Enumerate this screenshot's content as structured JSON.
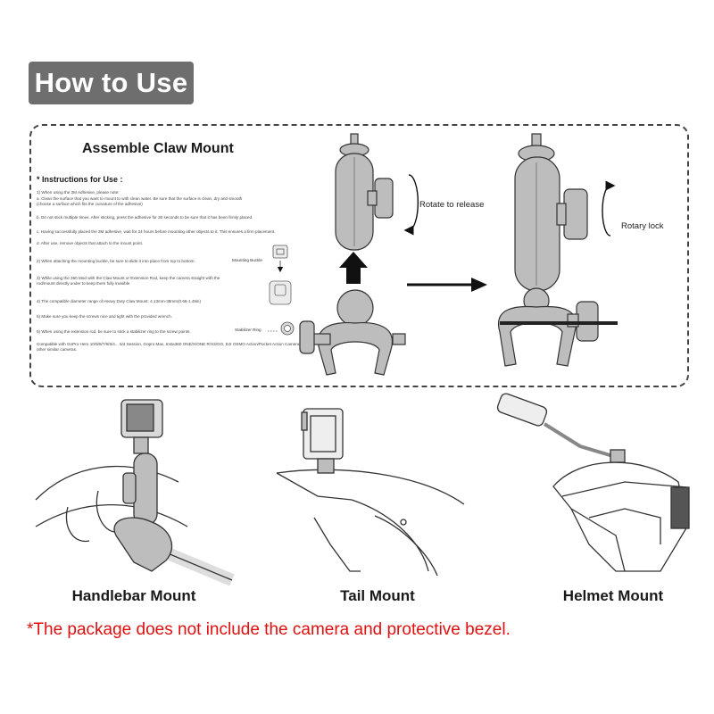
{
  "banner": {
    "title": "How to Use"
  },
  "assemble": {
    "title": "Assemble Claw Mount",
    "instructions_heading": "* Instructions for Use :",
    "instructions": [
      "1) When using the 3M Adhesive, please note:",
      "a. Clean the surface that you want to mount to with clean water. Be sure that the surface is clean, dry and smooth",
      "(choose a surface which fits the curvature of the adhesive)",
      "b. Do not stick multiple times. After sticking, press the adhesive for 30 seconds to be sure that it has been firmly placed.",
      "c. Having successfully placed the 3M adhesive, wait for 24 hours before mounting other objects to it. This ensures a firm placement.",
      "d. After use, remove objects that attach to the mount point.",
      "2) When attaching the mounting buckle, be sure to slide it into place from top to bottom.",
      "3) While using the 360 Mod with the Claw Mount or Extension Rod, keep the camera straight with the",
      "rod/mount directly under to keep them fully invisible",
      "4) The compatible diameter range of Heavy Duty Claw Mount: 4.13mm-38mm(0.66-1.49in)",
      "5) Make sure you keep the screws nice and tight with the provided wrench.",
      "6) When using the extension rod, be sure to stick a stabilizer ring to the screw points."
    ],
    "mounting_buckle_label": "Mounting Buckle",
    "stabilizer_ring_label": "Stabilizer Ring",
    "compatibility": "Compatible with GoPro Hero 10/9/8/7/6/5/4... 5/4 Session, Gopro Max, Insta360 ONE/X/ONE R/X3/GO, DJI OSMO Action/Pocket Action Camera or other similar cameras."
  },
  "diagram": {
    "rotate_label": "Rotate to release",
    "rotary_label": "Rotary lock"
  },
  "mounts": [
    {
      "label": "Handlebar Mount"
    },
    {
      "label": "Tail Mount"
    },
    {
      "label": "Helmet Mount"
    }
  ],
  "note": "*The package does not include the camera and protective bezel.",
  "colors": {
    "banner_bg": "#6e6e6e",
    "note_red": "#e01010",
    "part_gray": "#b9b9b9"
  }
}
